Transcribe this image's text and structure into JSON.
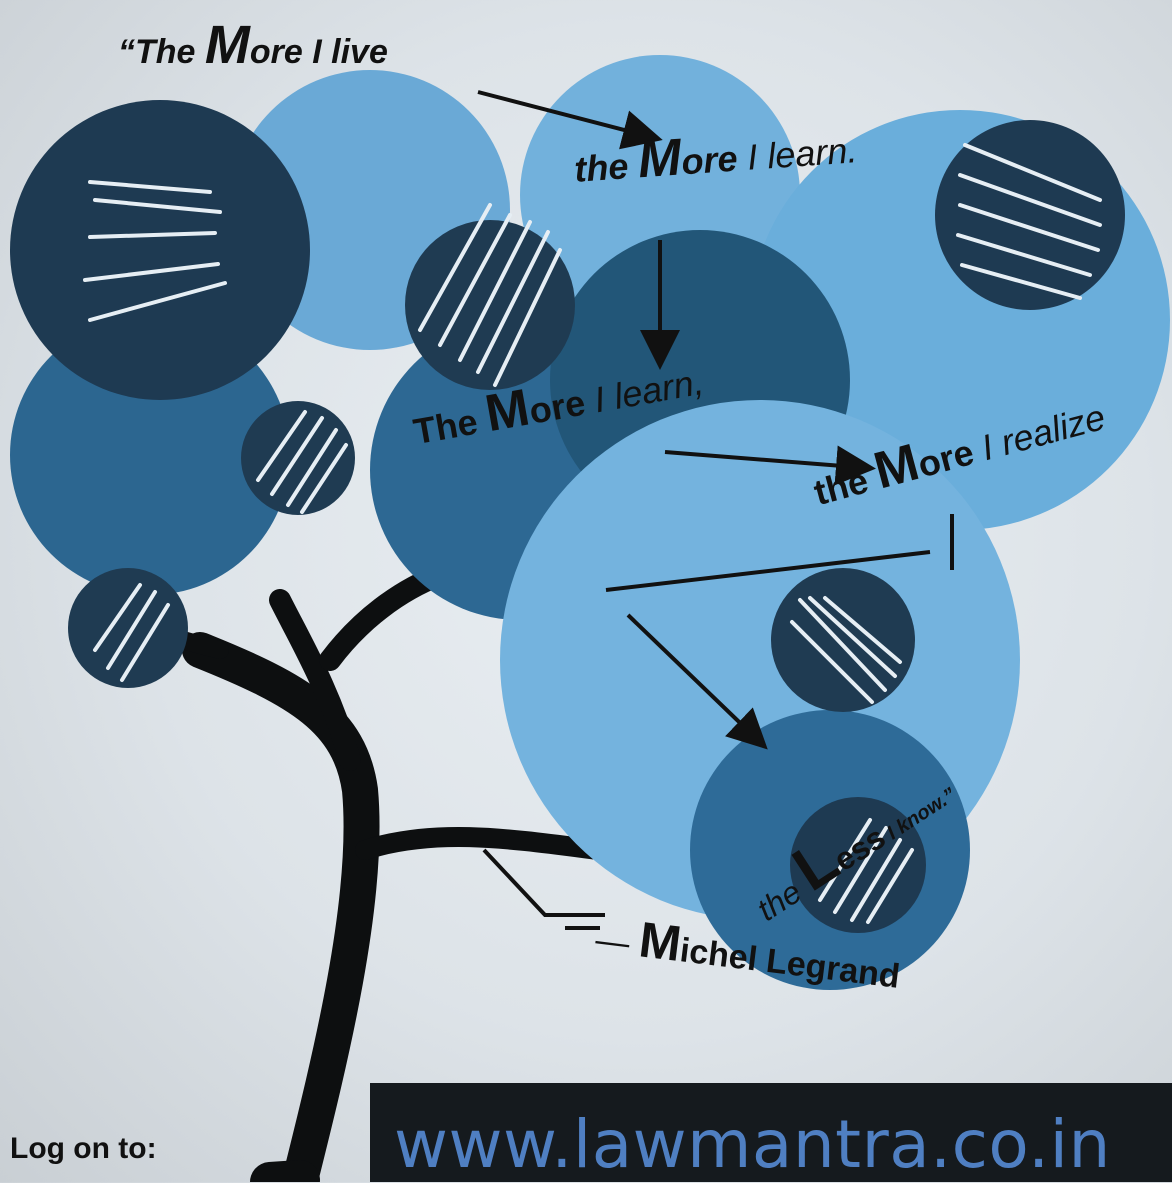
{
  "quote": {
    "line1": {
      "prefix": "“The ",
      "cap": "M",
      "rest": "ore I live"
    },
    "line2": {
      "the": "the ",
      "cap": "M",
      "ore": "ore",
      "rest": " I learn."
    },
    "line3": {
      "the": "The ",
      "cap": "M",
      "ore": "ore",
      "rest": " I learn,"
    },
    "line4": {
      "the": "the ",
      "cap": "M",
      "ore": "ore",
      "rest": " I realize"
    },
    "line5": {
      "the": "the ",
      "cap": "L",
      "ess": "ess",
      "rest": " I know.”"
    }
  },
  "attribution": {
    "dash": "― ",
    "cap": "M",
    "rest": "ichel Legrand"
  },
  "footer": {
    "label": "Log on to:",
    "url": "www.lawmantra.co.in"
  },
  "colors": {
    "dark_circle": "#1f3b52",
    "mid_circle": "#2f6b98",
    "light_circle": "#69acd8",
    "pale_circle": "#7fb9e0",
    "trunk": "#0d0f10",
    "url": "#4f7fc2",
    "footer_bg": "#151a1e"
  }
}
